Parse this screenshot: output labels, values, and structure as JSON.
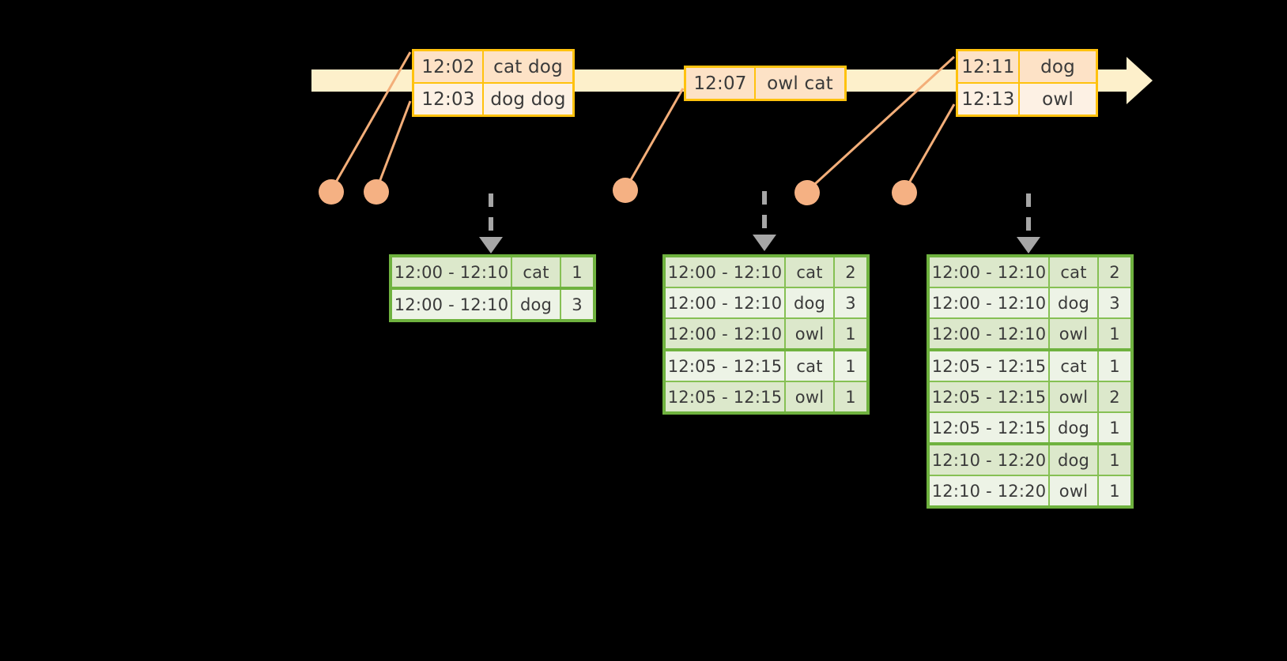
{
  "diagram": {
    "title": "sliding-window-aggregation-timeline",
    "colors": {
      "background": "#000000",
      "timeline_bar": "#FDF0CB",
      "event_border": "#FFC20E",
      "event_fill_top": "#FDE2C6",
      "event_fill_bottom": "#FDF1E4",
      "connector_line": "#F3AE79",
      "dot": "#F5B183",
      "table_border": "#6FB23F",
      "table_row_odd": "#DCE8CB",
      "table_row_even": "#EDF3E6",
      "dashed_arrow": "#A6A6A6",
      "text": "#3a3a3a"
    }
  },
  "timeline": {
    "name": "event-timeline-arrow",
    "events": [
      {
        "id": "event-group-1",
        "rows": [
          {
            "time": "12:02",
            "words": "cat dog"
          },
          {
            "time": "12:03",
            "words": "dog dog"
          }
        ]
      },
      {
        "id": "event-group-2",
        "rows": [
          {
            "time": "12:07",
            "words": "owl cat"
          }
        ]
      },
      {
        "id": "event-group-3",
        "rows": [
          {
            "time": "12:11",
            "words": "dog"
          },
          {
            "time": "12:13",
            "words": "owl"
          }
        ]
      }
    ]
  },
  "tables": [
    {
      "id": "result-table-1",
      "rows": [
        {
          "window": "12:00 - 12:10",
          "key": "cat",
          "count": "1"
        },
        {
          "window": "12:00 - 12:10",
          "key": "dog",
          "count": "3"
        }
      ]
    },
    {
      "id": "result-table-2",
      "rows": [
        {
          "window": "12:00 - 12:10",
          "key": "cat",
          "count": "2"
        },
        {
          "window": "12:00 - 12:10",
          "key": "dog",
          "count": "3"
        },
        {
          "window": "12:00 - 12:10",
          "key": "owl",
          "count": "1"
        },
        {
          "window": "12:05 - 12:15",
          "key": "cat",
          "count": "1"
        },
        {
          "window": "12:05 - 12:15",
          "key": "owl",
          "count": "1"
        }
      ]
    },
    {
      "id": "result-table-3",
      "rows": [
        {
          "window": "12:00 - 12:10",
          "key": "cat",
          "count": "2"
        },
        {
          "window": "12:00 - 12:10",
          "key": "dog",
          "count": "3"
        },
        {
          "window": "12:00 - 12:10",
          "key": "owl",
          "count": "1"
        },
        {
          "window": "12:05 - 12:15",
          "key": "cat",
          "count": "1"
        },
        {
          "window": "12:05 - 12:15",
          "key": "owl",
          "count": "2"
        },
        {
          "window": "12:05 - 12:15",
          "key": "dog",
          "count": "1"
        },
        {
          "window": "12:10 - 12:20",
          "key": "dog",
          "count": "1"
        },
        {
          "window": "12:10 - 12:20",
          "key": "owl",
          "count": "1"
        }
      ]
    }
  ]
}
